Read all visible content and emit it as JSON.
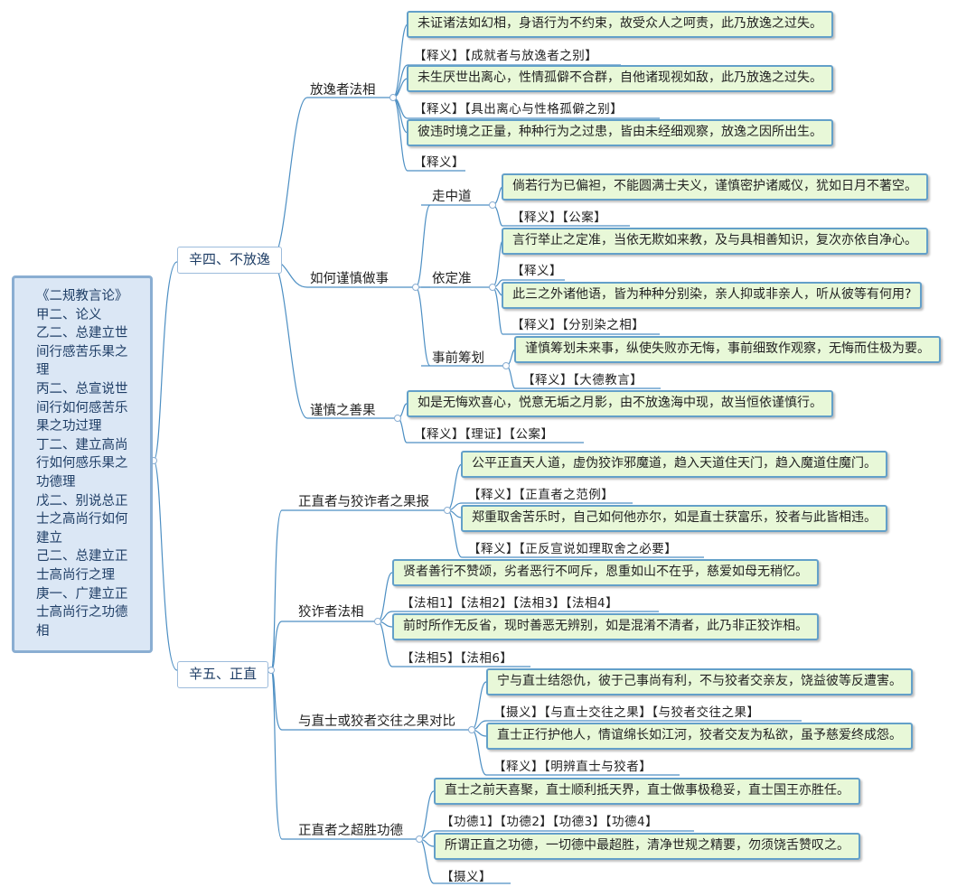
{
  "root": [
    "《二规教言论》",
    "甲二、论义",
    "乙二、总建立世",
    "间行感苦乐果之",
    "理",
    "丙二、总宣说世",
    "间行如何感苦乐",
    "果之功过理",
    "丁二、建立高尚",
    "行如何感乐果之",
    "功德理",
    "戊二、别说总正",
    "士之高尚行如何",
    "建立",
    "己二、总建立正",
    "士高尚行之理",
    "庚一、广建立正",
    "士高尚行之功德",
    "相"
  ],
  "branch1": {
    "title": "辛四、不放逸",
    "t1": {
      "title": "放逸者法相",
      "a": "未证诸法如幻相，身语行为不约束，故受众人之呵责，此乃放逸之过失。",
      "a_tag": "【释义】【成就者与放逸者之别】",
      "b": "未生厌世出离心，性情孤僻不合群，自他诸现视如敌，此乃放逸之过失。",
      "b_tag": "【释义】【具出离心与性格孤僻之别】",
      "c": "彼违时境之正量，种种行为之过患，皆由未经细观察，放逸之因所出生。",
      "c_tag": "【释义】"
    },
    "t2": {
      "title": "如何谨慎做事",
      "s1": {
        "title": "走中道",
        "a": "倘若行为已偏袒，不能圆满士夫义，谨慎密护诸威仪，犹如日月不著空。",
        "a_tag": "【释义】【公案】"
      },
      "s2": {
        "title": "依定准",
        "a": "言行举止之定准，当依无欺如来教，及与具相善知识，复次亦依自净心。",
        "a_tag": "【释义】",
        "b": "此三之外诸他语，皆为种种分别染，亲人抑或非亲人，听从彼等有何用?",
        "b_tag": "【释义】【分别染之相】"
      },
      "s3": {
        "title": "事前筹划",
        "a": "谨慎筹划未来事，纵使失败亦无悔，事前细致作观察，无悔而住极为要。",
        "a_tag": "【释义】【大德教言】"
      }
    },
    "t3": {
      "title": "谨慎之善果",
      "a": "如是无悔欢喜心，悦意无垢之月影，由不放逸海中现，故当恒依谨慎行。",
      "a_tag": "【释义】【理证】【公案】"
    }
  },
  "branch2": {
    "title": "辛五、正直",
    "t1": {
      "title": "正直者与狡诈者之果报",
      "a": "公平正直天人道，虚伪狡诈邪魔道，趋入天道住天门，趋入魔道住魔门。",
      "a_tag": "【释义】【正直者之范例】",
      "b": "郑重取舍苦乐时，自己如何他亦尔，如是直士获富乐，狡者与此皆相违。",
      "b_tag": "【释义】【正反宣说如理取舍之必要】"
    },
    "t2": {
      "title": "狡诈者法相",
      "a": "贤者善行不赞颂，劣者恶行不呵斥，恩重如山不在乎，慈爱如母无稍忆。",
      "a_tag": "【法相1】【法相2】【法相3】【法相4】",
      "b": "前时所作无反省，现时善恶无辨别，如是混淆不清者，此乃非正狡诈相。",
      "b_tag": "【法相5】【法相6】"
    },
    "t3": {
      "title": "与直士或狡者交往之果对比",
      "a": "宁与直士结怨仇，彼于己事尚有利，不与狡者交亲友，饶益彼等反遭害。",
      "a_tag": "【摄义】【与直士交往之果】【与狡者交往之果】",
      "b": "直士正行护他人，情谊绵长如江河，狡者交友为私欲，虽予慈爱终成怨。",
      "b_tag": "【释义】【明辨直士与狡者】"
    },
    "t4": {
      "title": "正直者之超胜功德",
      "a": "直士之前天喜聚，直士顺利抵天界，直士做事极稳妥，直士国王亦胜任。",
      "a_tag": "【功德1】【功德2】【功德3】【功德4】",
      "b": "所谓正直之功德，一切德中最超胜，清净世规之精要，勿须饶舌赞叹之。",
      "b_tag": "【摄义】"
    }
  }
}
